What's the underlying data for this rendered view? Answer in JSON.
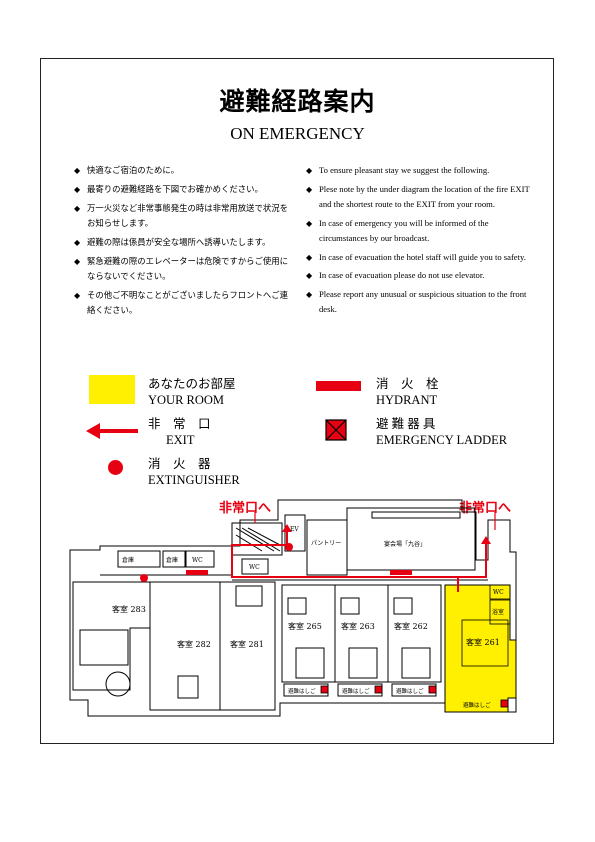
{
  "title": {
    "jp": "避難経路案内",
    "en": "ON EMERGENCY"
  },
  "notes_jp": [
    "快適なご宿泊のために。",
    "最寄りの避難経路を下図でお確かめください。",
    "万一火災など非常事態発生の時は非常用放送で状況をお知らせします。",
    "避難の際は係員が安全な場所へ誘導いたします。",
    "緊急避難の際のエレベーターは危険ですからご使用にならないでください。",
    "その他ご不明なことがございましたらフロントへご連絡ください。"
  ],
  "notes_en": [
    "To ensure pleasant stay we suggest the following.",
    "Plese note by the under diagram the location of the fire EXIT and the shortest route to the EXIT from your room.",
    "In case of emergency you will be informed of the circumstances by our broadcast.",
    "In case of evacuation the hotel staff will guide you to safety.",
    "In case of evacuation please do not use elevator.",
    "Please report any unusual or suspicious situation to the front desk."
  ],
  "legend": {
    "your_room": {
      "jp": "あなたのお部屋",
      "en": "YOUR ROOM",
      "color": "#ffef00"
    },
    "hydrant": {
      "jp": "消　火　栓",
      "en": "HYDRANT",
      "color": "#e60012"
    },
    "exit": {
      "jp": "非　常　口",
      "en": "EXIT"
    },
    "ladder": {
      "jp": "避 難 器 具",
      "en": "EMERGENCY LADDER"
    },
    "extinguisher": {
      "jp": "消　火　器",
      "en": "EXTINGUISHER"
    }
  },
  "floor_plan": {
    "exit_labels": [
      "非常口へ",
      "非常口へ"
    ],
    "rooms": {
      "r283": "客室 283",
      "r282": "客室 282",
      "r281": "客室 281",
      "r265": "客室 265",
      "r263": "客室 263",
      "r262": "客室 262",
      "r261": "客室 261"
    },
    "labels": {
      "storage1": "倉庫",
      "storage2": "倉庫",
      "wc1": "WC",
      "wc2": "WC",
      "wc3": "WC",
      "ev": "EV",
      "pantry": "パントリー",
      "banquet": "宴会場「九谷」",
      "bath": "浴室"
    },
    "ladder_label": "避難はしご"
  },
  "colors": {
    "red": "#e60012",
    "yellow": "#ffef00"
  }
}
